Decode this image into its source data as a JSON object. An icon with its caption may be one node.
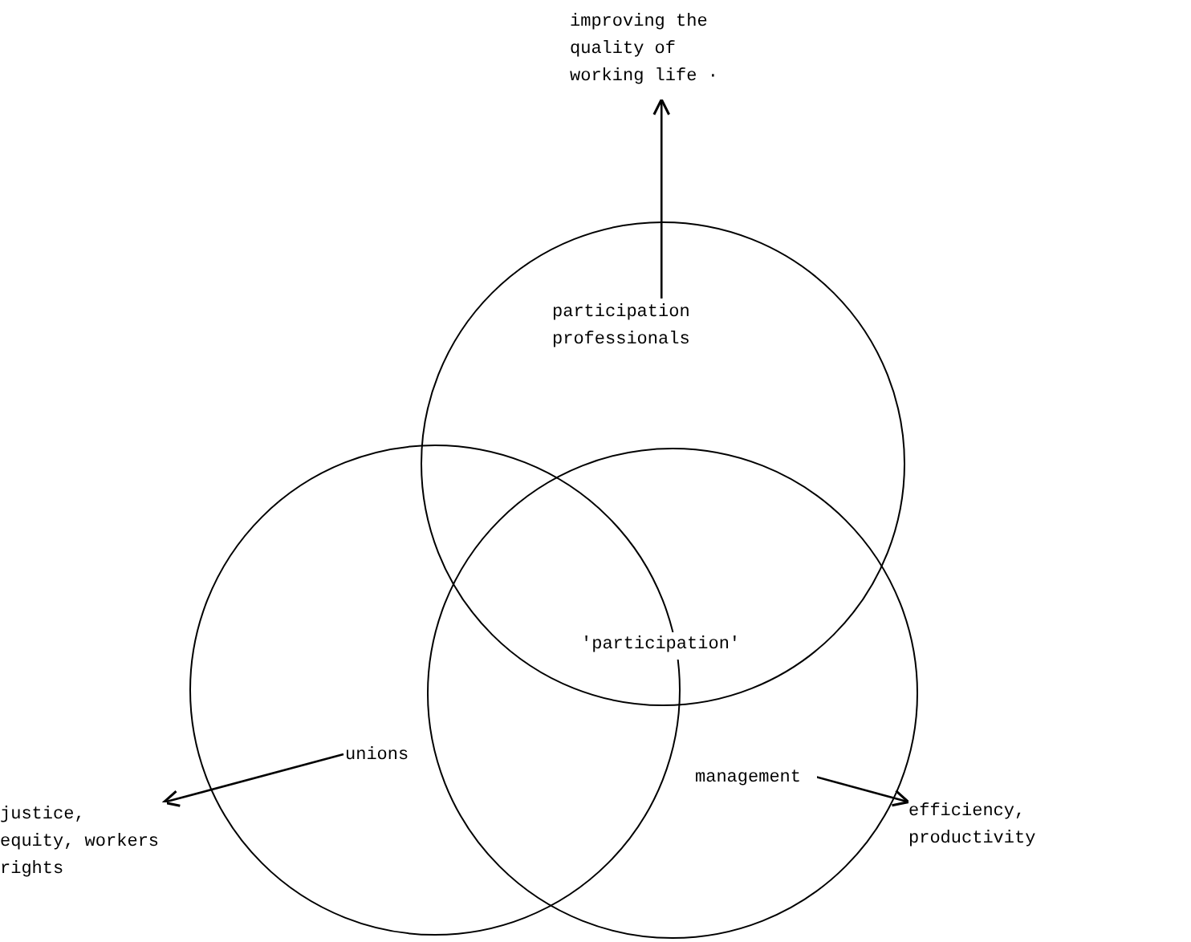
{
  "diagram": {
    "nodes": [
      {
        "text": [
          "improving the quality of working life ·"
        ]
      },
      {
        "text": [],
        "shape": "circle"
      },
      {
        "text": [
          "participation professionals"
        ],
        "in": 1
      },
      {
        "text": [],
        "shape": "circle"
      },
      {
        "text": [
          "unions"
        ],
        "in": 3
      },
      {
        "text": [],
        "shape": "circle"
      },
      {
        "text": [
          "management"
        ],
        "in": 5
      },
      {
        "text": [
          "justice, equity, workers rights"
        ]
      },
      {
        "text": [
          "efficiency, productivity"
        ]
      }
    ],
    "edges": [
      {
        "from": 2,
        "to": 0,
        "arrow": "to"
      },
      {
        "from": 4,
        "to": 7,
        "arrow": "to"
      },
      {
        "from": 6,
        "to": 8,
        "arrow": "to"
      }
    ],
    "labels": [
      "'participation'"
    ]
  }
}
